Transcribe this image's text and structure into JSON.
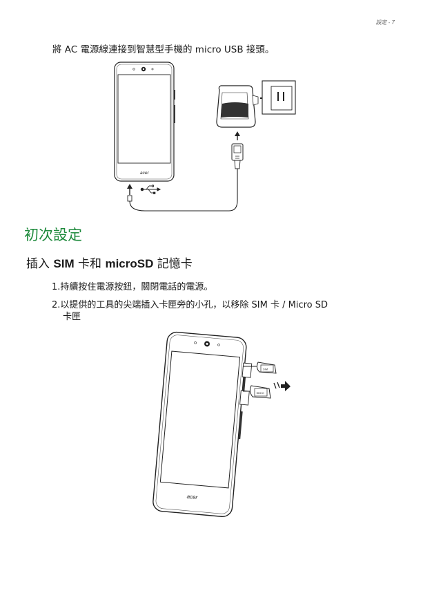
{
  "page_number": "設定 - 7",
  "intro": "將 AC 電源線連接到智慧型手機的 micro USB 接頭。",
  "section_heading": "初次設定",
  "sub_heading": {
    "prefix": "插入 ",
    "bold1": "SIM",
    "middle": " 卡和 ",
    "bold2": "microSD",
    "suffix": " 記憶卡"
  },
  "steps": [
    {
      "number": "1.",
      "text": "持續按住電源按鈕，關閉電話的電源。"
    },
    {
      "number": "2.",
      "text": "以提供的工具的尖端插入卡匣旁的小孔，以移除 SIM 卡 / Micro SD",
      "continuation": "卡匣"
    }
  ],
  "phone_brand": "acer",
  "card_labels": [
    "SIM",
    "SDHC"
  ],
  "colors": {
    "heading_green": "#1e8a3c",
    "text": "#1a1a1a"
  }
}
